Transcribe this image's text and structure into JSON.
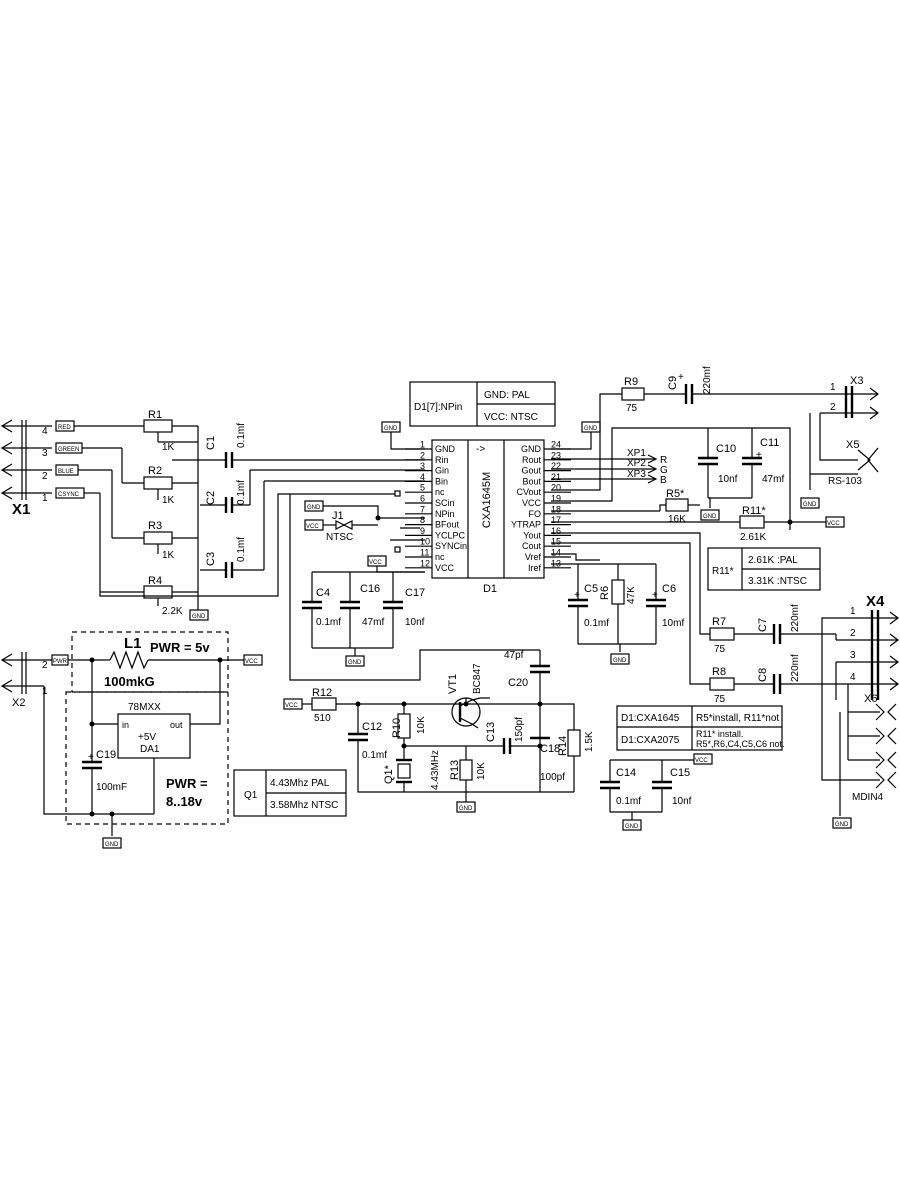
{
  "chip": {
    "name": "CXA1645M",
    "ref": "D1",
    "arrow": "->",
    "left_pins": [
      {
        "num": "1",
        "name": "GND"
      },
      {
        "num": "2",
        "name": "Rin"
      },
      {
        "num": "3",
        "name": "Gin"
      },
      {
        "num": "4",
        "name": "Bin"
      },
      {
        "num": "5",
        "name": "nc"
      },
      {
        "num": "6",
        "name": "SCin"
      },
      {
        "num": "7",
        "name": "NPin"
      },
      {
        "num": "8",
        "name": "BFout"
      },
      {
        "num": "9",
        "name": "YCLPC"
      },
      {
        "num": "10",
        "name": "SYNCin"
      },
      {
        "num": "11",
        "name": "nc"
      },
      {
        "num": "12",
        "name": "VCC"
      }
    ],
    "right_pins": [
      {
        "num": "24",
        "name": "GND"
      },
      {
        "num": "23",
        "name": "Rout"
      },
      {
        "num": "22",
        "name": "Gout"
      },
      {
        "num": "21",
        "name": "Bout"
      },
      {
        "num": "20",
        "name": "CVout"
      },
      {
        "num": "19",
        "name": "VCC"
      },
      {
        "num": "18",
        "name": "FO"
      },
      {
        "num": "17",
        "name": "YTRAP"
      },
      {
        "num": "16",
        "name": "Yout"
      },
      {
        "num": "15",
        "name": "Cout"
      },
      {
        "num": "14",
        "name": "Vref"
      },
      {
        "num": "13",
        "name": "Iref"
      }
    ]
  },
  "mode_table": {
    "left": "D1[7]:NPin",
    "row1": "GND: PAL",
    "row2": "VCC: NTSC"
  },
  "r11_table": {
    "label": "R11*",
    "row1": "2.61K :PAL",
    "row2": "3.31K :NTSC"
  },
  "q1_table": {
    "label": "Q1",
    "row1": "4.43Mhz PAL",
    "row2": "3.58Mhz NTSC"
  },
  "d1_table": {
    "row1_left": "D1:CXA1645",
    "row1_right": "R5*install, R11*not",
    "row2_left": "D1:CXA2075",
    "row2_right_a": "R11* install.",
    "row2_right_b": "R5*,R6,C4,C5,C6 not."
  },
  "connectors": {
    "x1": {
      "ref": "X1",
      "pins": [
        "4",
        "3",
        "2",
        "1"
      ],
      "signals": [
        "RED",
        "GREEN",
        "BLUE",
        "CSYNC"
      ]
    },
    "x2": {
      "ref": "X2",
      "pins": [
        "2",
        "1"
      ],
      "signal": "PWR"
    },
    "x3": {
      "ref": "X3",
      "pins": [
        "1",
        "2"
      ]
    },
    "x4": {
      "ref": "X4",
      "pins": [
        "1",
        "2",
        "3",
        "4"
      ]
    },
    "x5": {
      "ref": "X5",
      "name": "RS-103"
    },
    "x6": {
      "ref": "X6",
      "name": "MDIN4"
    }
  },
  "parts": {
    "r1": {
      "ref": "R1",
      "val": "1K"
    },
    "r2": {
      "ref": "R2",
      "val": "1K"
    },
    "r3": {
      "ref": "R3",
      "val": "1K"
    },
    "r4": {
      "ref": "R4",
      "val": "2.2K"
    },
    "c1": {
      "ref": "C1",
      "val": "0.1mf"
    },
    "c2": {
      "ref": "C2",
      "val": "0.1mf"
    },
    "c3": {
      "ref": "C3",
      "val": "0.1mf"
    },
    "c4": {
      "ref": "C4",
      "val": "0.1mf"
    },
    "c16": {
      "ref": "C16",
      "val": "47mf"
    },
    "c17": {
      "ref": "C17",
      "val": "10nf"
    },
    "c5": {
      "ref": "C5",
      "val": "0.1mf"
    },
    "c6": {
      "ref": "C6",
      "val": "10mf"
    },
    "r6": {
      "ref": "R6",
      "val": "47K"
    },
    "r9": {
      "ref": "R9",
      "val": "75"
    },
    "c9": {
      "ref": "C9",
      "val": "220mf"
    },
    "c10": {
      "ref": "C10",
      "val": "10nf"
    },
    "c11": {
      "ref": "C11",
      "val": "47mf"
    },
    "r5": {
      "ref": "R5*",
      "val": "16K"
    },
    "r11": {
      "ref": "R11*",
      "val": "2.61K"
    },
    "r7": {
      "ref": "R7",
      "val": "75"
    },
    "c7": {
      "ref": "C7",
      "val": "220mf"
    },
    "r8": {
      "ref": "R8",
      "val": "75"
    },
    "c8": {
      "ref": "C8",
      "val": "220mf"
    },
    "j1": {
      "ref": "J1",
      "name": "NTSC"
    },
    "xp": [
      "XP1",
      "XP2",
      "XP3"
    ],
    "rgb": [
      "R",
      "G",
      "B"
    ],
    "l1": {
      "ref": "L1",
      "val": "100mkG"
    },
    "pwr5": "PWR = 5v",
    "pwr818a": "PWR =",
    "pwr818b": "8..18v",
    "da1": {
      "ref": "DA1",
      "type": "78MXX",
      "in": "in",
      "out": "out",
      "mid": "+5V"
    },
    "c19": {
      "ref": "C19",
      "val": "100mF"
    },
    "r12": {
      "ref": "R12",
      "val": "510"
    },
    "c12": {
      "ref": "C12",
      "val": "0.1mf"
    },
    "r10": {
      "ref": "R10",
      "val": "10K"
    },
    "q1": {
      "ref": "Q1*",
      "val": "4.43MHz"
    },
    "r13": {
      "ref": "R13",
      "val": "10K"
    },
    "vt1": {
      "ref": "VT1",
      "val": "BC847"
    },
    "c13": {
      "ref": "C13",
      "val": "150pf"
    },
    "c20": {
      "ref": "C20",
      "val": "47pf"
    },
    "c18": {
      "ref": "C18",
      "val": "100pf"
    },
    "r14": {
      "ref": "R14",
      "val": "1.5K"
    },
    "c14": {
      "ref": "C14",
      "val": "0.1mf"
    },
    "c15": {
      "ref": "C15",
      "val": "10nf"
    }
  },
  "power": {
    "gnd": "GND",
    "vcc": "VCC"
  }
}
